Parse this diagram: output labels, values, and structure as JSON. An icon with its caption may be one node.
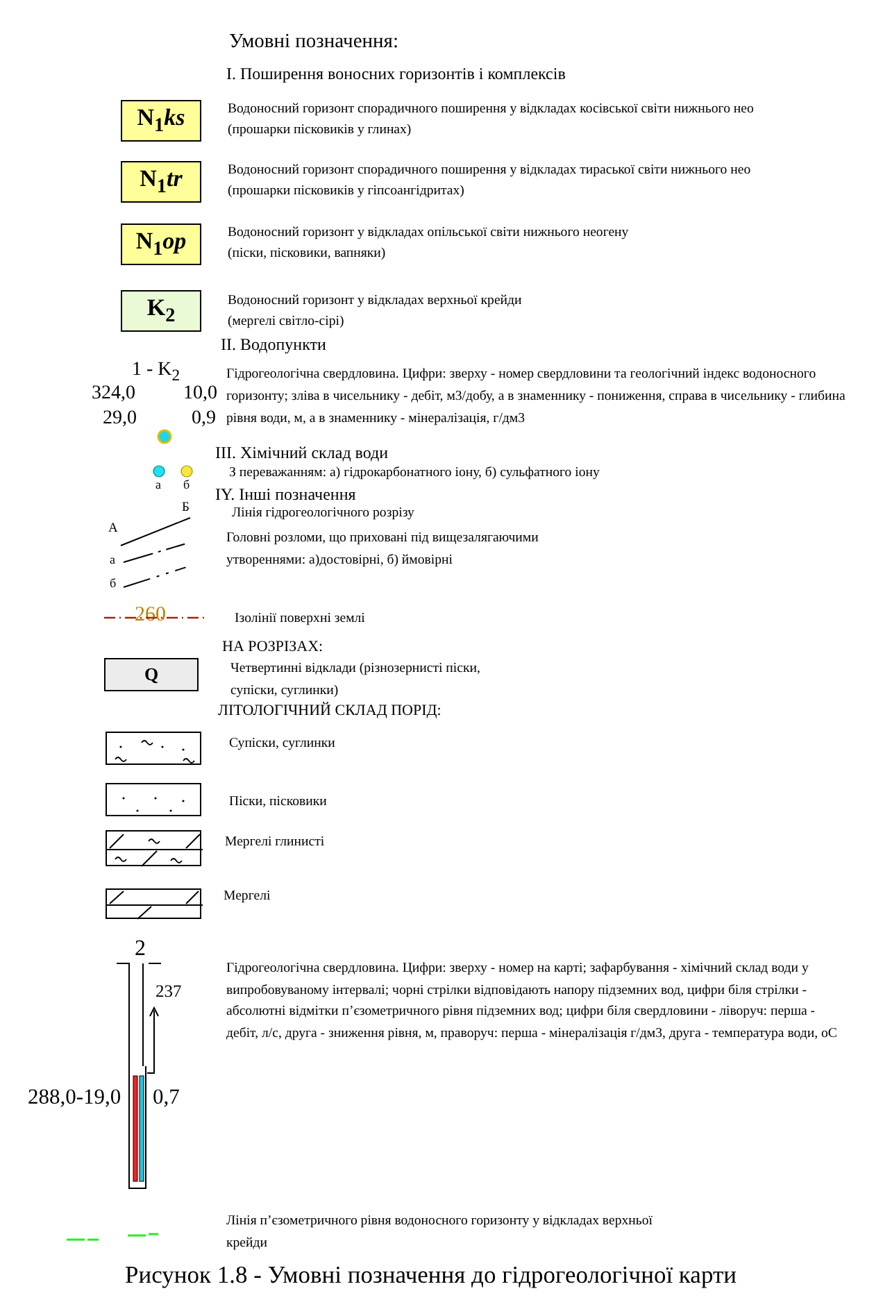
{
  "diagram": {
    "title": "Умовні позначення:",
    "caption": "Рисунок 1.8 - Умовні позначення до гідрогеологічної карти",
    "nodes": [
      {
        "text": [
          "N$_{1}$*ks*"
        ]
      },
      {
        "text": [
          "N$_{1}$*tr*"
        ]
      },
      {
        "text": [
          "N$_{1}$*op*"
        ]
      },
      {
        "text": [
          "K$_{2}$"
        ]
      },
      {
        "text": [
          "Q"
        ]
      },
      {
        "text": [],
        "shape": "box"
      },
      {
        "text": [],
        "shape": "box"
      },
      {
        "text": [],
        "shape": "box"
      },
      {
        "text": [],
        "shape": "box"
      }
    ],
    "labels": [
      "I. Поширення воносних горизонтів і комплексів",
      "Водоносний горизонт спорадичного поширення у відкладах косівської світи нижнього нео",
      "(прошарки пісковиків у глинах)",
      "Водоносний горизонт спорадичного поширення у відкладах тираської світи нижнього нео",
      "(прошарки пісковиків у гіпсоангідритах)",
      "Водоносний горизонт у відкладах опільської світи нижнього неогену",
      "(піски, пісковики, вапняки)",
      "Водоносний горизонт у відкладах верхньої крейди",
      "(мергелі світло-сірі)",
      "II. Водопункти",
      "1 - K$_{2}$",
      "Гідрогеологічна свердловина. Цифри: зверху - номер свердловини та геологічний індекс водоносного горизонту; зліва в чисельнику - дебіт, м3/добу, а в знаменнику - пониження, справа в чисельнику - глибина рівня води, м, а в знаменнику - мінералізація, г/дм3",
      "324,0",
      "10,0",
      "29,0",
      "0,9",
      "III. Хімічний склад води",
      "З переважанням: а) гідрокарбонатного іону, б) сульфатного іону",
      "а",
      "б",
      "IY. Інші позначення",
      "Б",
      "Лінія гідрогеологічного розрізу",
      "А",
      "Головні розломи, що приховані під вищезалягаючими утвореннями: а)достовірні, б) ймовірні",
      "а",
      "б",
      "260",
      "Ізолінії поверхні землі",
      "НА РОЗРІЗАХ:",
      "Четвертинні відклади (різнозернисті піски, супіски, суглинки)",
      "ЛІТОЛОГІЧНИЙ СКЛАД ПОРІД:",
      "Супіски, суглинки",
      "Піски, пісковики",
      "Мергелі глинисті",
      "Мергелі",
      "2",
      "Гідрогеологічна свердловина. Цифри: зверху - номер на карті; зафарбування - хімічний склад води у випробовуваному інтервалі; чорні стрілки відповідають напору підземних вод, цифри біля стрілки - абсолютні відмітки п’єзометричного рівня підземних вод; цифри біля свердловини - ліворуч: перша - дебіт, л/с, друга - зниження рівня, м, праворуч: перша - мінералізація г/дм3, друга - температура води, оС",
      "237",
      "288,0-19,0",
      "0,7",
      "Лінія п’єзометричного рівня водоносного горизонту у відкладах верхньої крейди"
    ]
  }
}
